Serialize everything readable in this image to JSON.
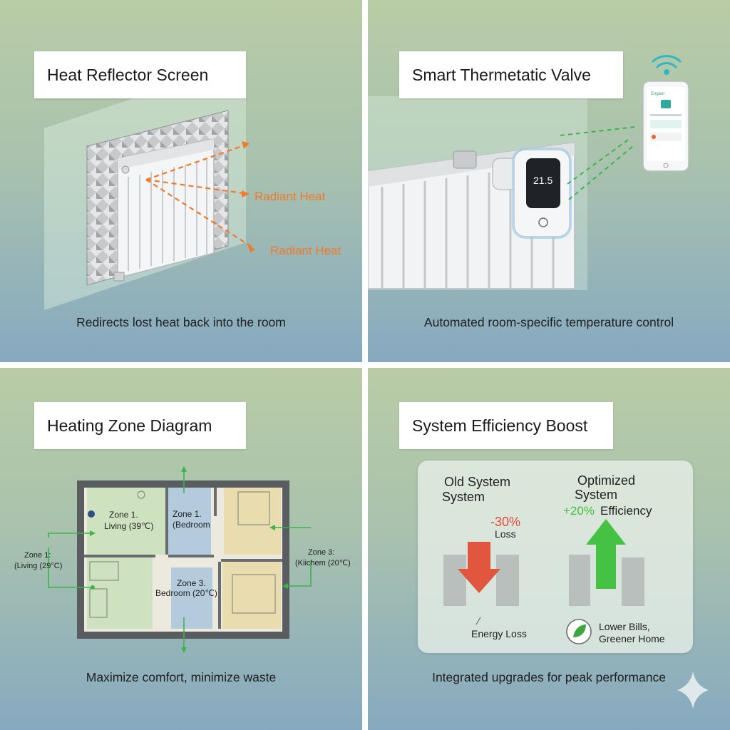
{
  "panels": [
    {
      "title": "Heat Reflector Screen",
      "caption": "Redirects lost heat back into the room",
      "labels": [
        "Radiant Heat",
        "Radiant Heat"
      ]
    },
    {
      "title": "Smart Thermetatic Valve",
      "caption": "Automated room-specific temperature control",
      "valve_display": "21.5",
      "phone_header": "Engaer"
    },
    {
      "title": "Heating Zone Diagram",
      "caption": "Maximize comfort, minimize waste",
      "rooms": [
        {
          "line1": "Zone 1.",
          "line2": "Living (39℃)"
        },
        {
          "line1": "Zone 1.",
          "line2": "(Bedroom"
        },
        {
          "line1": "Zone 3.",
          "line2": "Bedroom (20℃)"
        }
      ],
      "callouts": [
        {
          "line1": "Zone 1:",
          "line2": "(Living (29°C)"
        },
        {
          "line1": "Zone 3:",
          "line2": "(Kiichem (20℃)"
        }
      ]
    },
    {
      "title": "System Efficiency Boost",
      "caption": "Integrated upgrades for peak performance",
      "old": {
        "line1": "Old System",
        "line2": "System",
        "delta": "-30%",
        "delta_label": "Loss",
        "footer": "Energy Loss"
      },
      "new": {
        "line1": "Optimized",
        "line2": "System",
        "delta": "+20%",
        "delta_label": "Efficiency",
        "footer1": "Lower Bills,",
        "footer2": "Greener Home"
      }
    }
  ],
  "colors": {
    "heat_orange": "#f07a2a",
    "signal_green": "#3bb54a",
    "loss_red": "#e04a3a",
    "gain_green": "#3fbf3f"
  }
}
